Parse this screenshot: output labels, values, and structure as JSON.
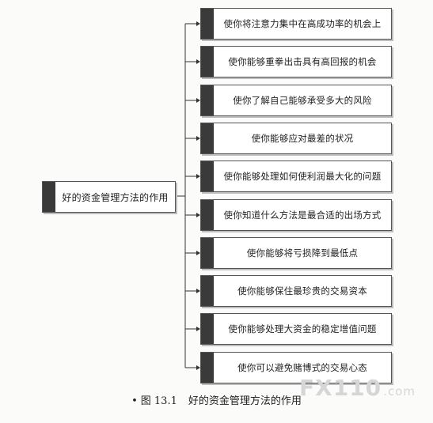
{
  "root": {
    "label": "好的资金管理方法的作用"
  },
  "items": [
    {
      "label": "使你将注意力集中在高成功率的机会上"
    },
    {
      "label": "使你能够重拳出击具有高回报的机会"
    },
    {
      "label": "使你了解自己能够承受多大的风险"
    },
    {
      "label": "使你能够应对最差的状况"
    },
    {
      "label": "使你能够处理如何使利润最大化的问题"
    },
    {
      "label": "使你知道什么方法是最合适的出场方式"
    },
    {
      "label": "使你能够将亏损降到最低点"
    },
    {
      "label": "使你能够保住最珍贵的交易资本"
    },
    {
      "label": "使你能够处理大资金的稳定增值问题"
    },
    {
      "label": "使你可以避免赌博式的交易心态"
    }
  ],
  "caption": {
    "bullet": "•",
    "number": "图 13.1",
    "text": "好的资金管理方法的作用"
  },
  "watermark": {
    "main": "FX110",
    "domain": ".com"
  }
}
